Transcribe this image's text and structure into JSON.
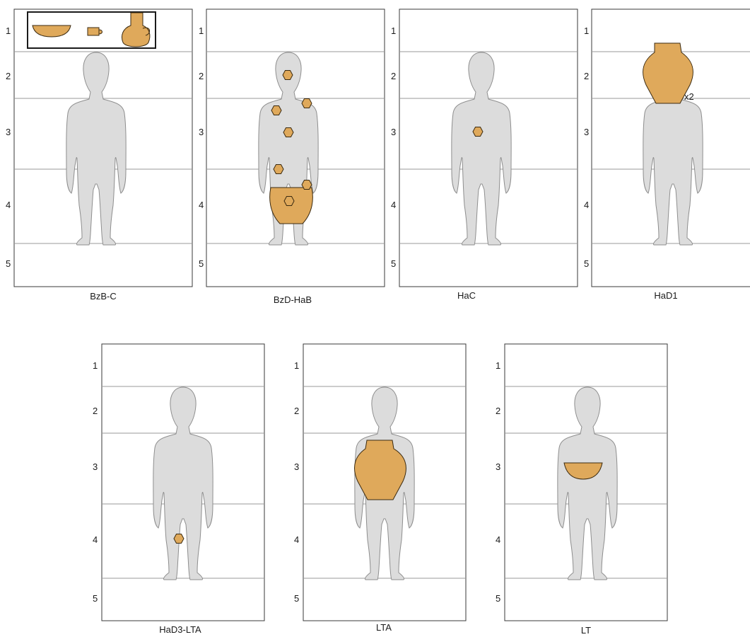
{
  "zones": [
    "1",
    "2",
    "3",
    "4",
    "5"
  ],
  "colors": {
    "vessel": "#dfa95b",
    "silhouette": "#dcdcdc",
    "frame": "#3a3a3a"
  },
  "panels": [
    {
      "label": "BzB-C",
      "content": "vessel set above the head: bowl, cup and jug",
      "vessels_above_head": [
        "bowl",
        "cup",
        "jug"
      ]
    },
    {
      "label": "BzD-HaB",
      "content": "beads in zones 2, 3 and 4 with a vessel at the legs",
      "beads_per_zone": {
        "2": 1,
        "3": 3,
        "4": 2
      },
      "vessel_at_legs": true
    },
    {
      "label": "HaC",
      "content": "one bead in zone 3",
      "beads_per_zone": {
        "3": 1
      }
    },
    {
      "label": "HaD1",
      "content": "large vessel at head and shoulders",
      "multiplier": "x2"
    },
    {
      "label": "HaD3-LTA",
      "content": "one bead in zone 4",
      "beads_per_zone": {
        "4": 1
      }
    },
    {
      "label": "LTA",
      "content": "large vessel on the torso"
    },
    {
      "label": "LT",
      "content": "bowl at the waist"
    }
  ]
}
